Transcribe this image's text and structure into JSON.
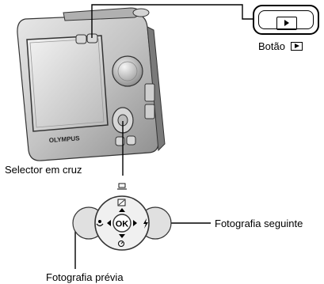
{
  "labels": {
    "playback_button": "Botão",
    "arrow_pad": "Selector em cruz",
    "next_photo": "Fotografia seguinte",
    "previous_photo": "Fotografia prévia"
  },
  "dial_text": {
    "ok": "OK",
    "brand": "OLYMPUS"
  },
  "icons": [
    "playback-icon",
    "macro-icon",
    "flash-icon",
    "self-timer-icon",
    "exposure-compensation-icon",
    "print-icon"
  ]
}
